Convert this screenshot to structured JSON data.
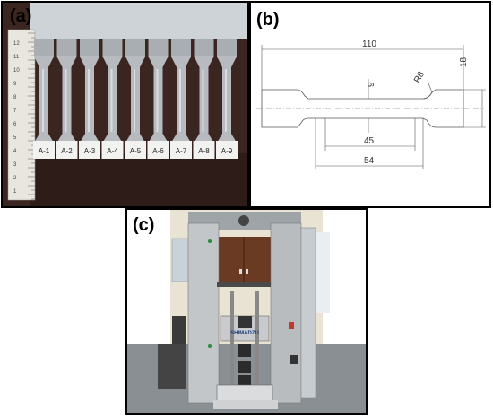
{
  "figure": {
    "panels": [
      {
        "label": "(a)"
      },
      {
        "label": "(b)"
      },
      {
        "label": "(c)"
      }
    ]
  },
  "panel_a": {
    "specimen_labels": [
      "A-1",
      "A-2",
      "A-3",
      "A-4",
      "A-5",
      "A-6",
      "A-7",
      "A-8",
      "A-9"
    ],
    "ruler_numbers": [
      "1",
      "2",
      "3",
      "4",
      "5",
      "6",
      "7",
      "8",
      "9",
      "10",
      "11",
      "12"
    ]
  },
  "panel_b": {
    "dimensions": {
      "overall_length": "110",
      "grip_width": "18",
      "gauge_width": "9",
      "fillet_radius": "R8",
      "gauge_length": "45",
      "parallel_length": "54"
    }
  },
  "panel_c": {
    "machine_brand": "SHIMADZU"
  },
  "colors": {
    "border": "#000000",
    "background_photo": "#3a2520",
    "specimen": "#a9aeb2",
    "drawing_line": "#555555",
    "machine_body": "#b9bcbf"
  }
}
